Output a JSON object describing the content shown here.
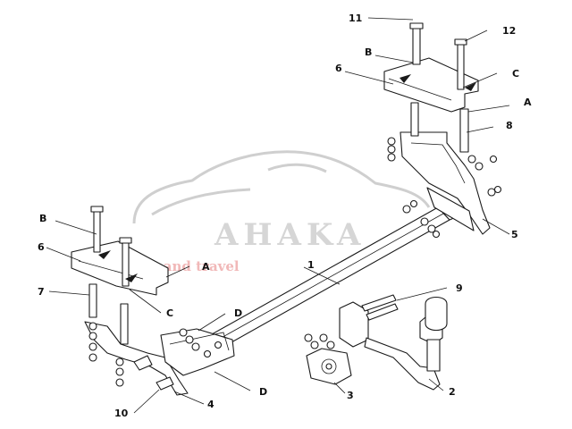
{
  "watermark": {
    "brand": "AHAKA",
    "tagline": "auto and travel"
  },
  "callouts": {
    "n1": "1",
    "n2": "2",
    "n3": "3",
    "n4": "4",
    "n5": "5",
    "n6a": "6",
    "n6b": "6",
    "n7": "7",
    "n8": "8",
    "n9": "9",
    "n10": "10",
    "n11": "11",
    "n12": "12",
    "a_left": "A",
    "a_right": "A",
    "b_left": "B",
    "b_right": "B",
    "c_left": "C",
    "c_right": "C",
    "d_upper": "D",
    "d_lower": "D"
  }
}
